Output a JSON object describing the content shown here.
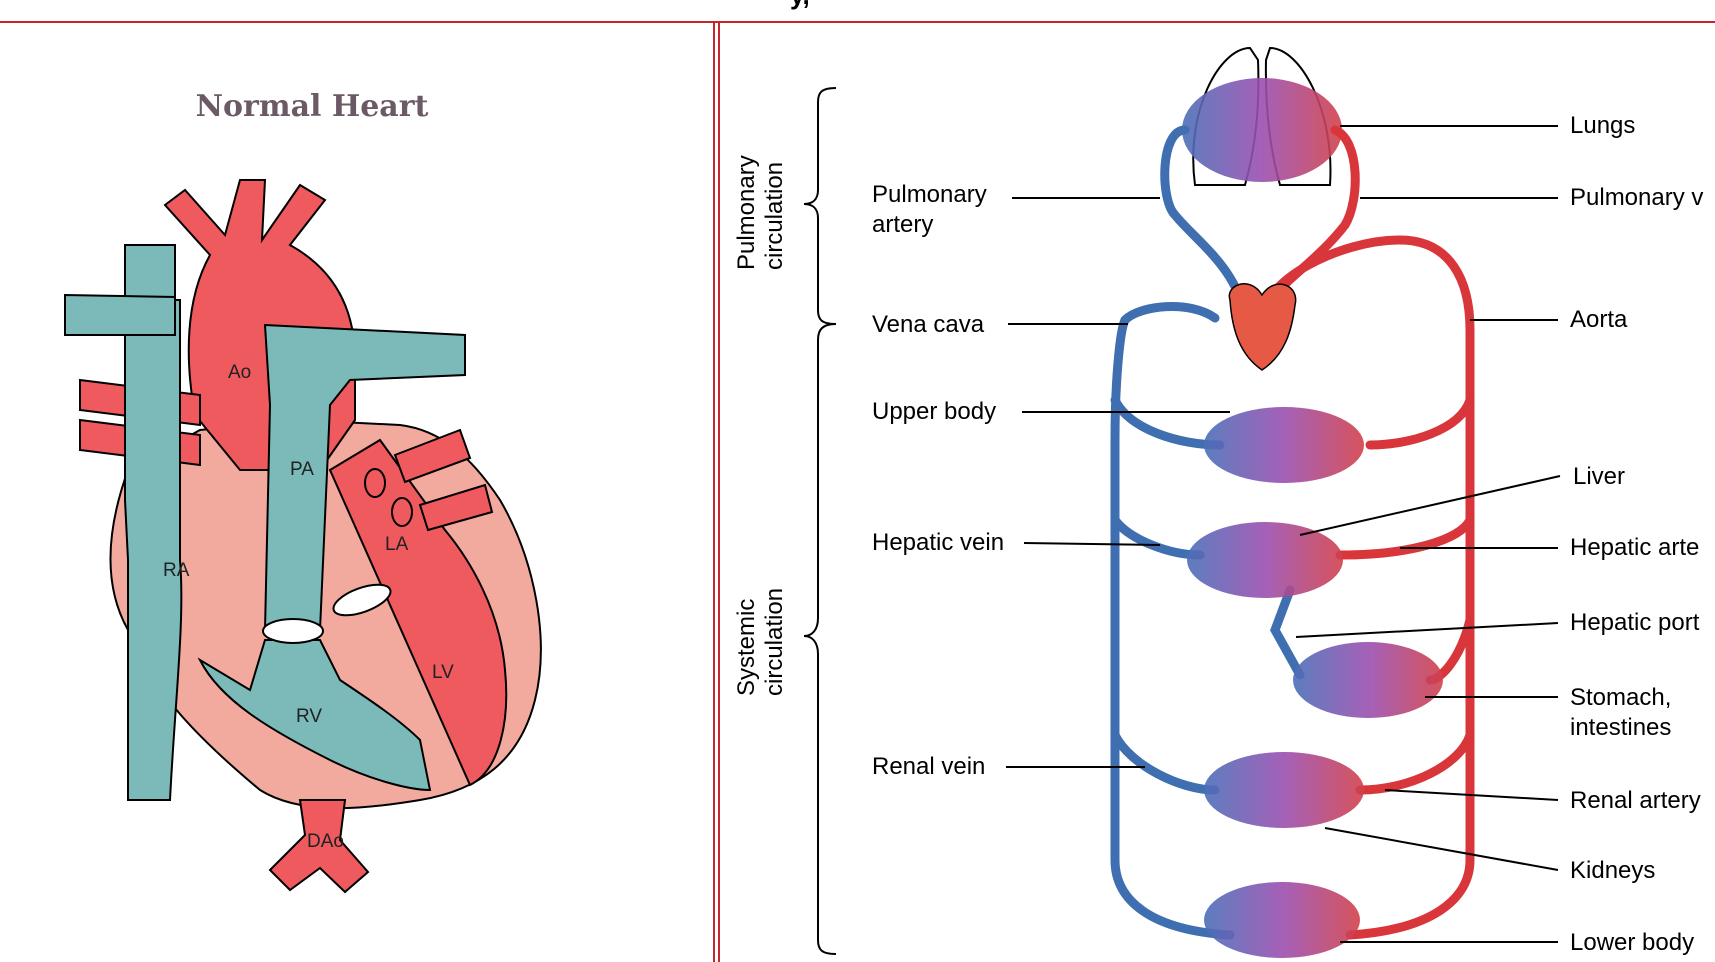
{
  "header_fragment": "y,",
  "left_panel": {
    "title": "Normal Heart",
    "labels": {
      "ao": "Ao",
      "pa": "PA",
      "la": "LA",
      "ra": "RA",
      "lv": "LV",
      "rv": "RV",
      "dao": "DAo"
    }
  },
  "right_panel": {
    "circulation": {
      "pulmonary_line1": "Pulmonary",
      "pulmonary_line2": "circulation",
      "systemic_line1": "Systemic",
      "systemic_line2": "circulation"
    },
    "labels_left": {
      "pulmonary_artery_1": "Pulmonary",
      "pulmonary_artery_2": "artery",
      "vena_cava": "Vena cava",
      "upper_body": "Upper body",
      "hepatic_vein": "Hepatic vein",
      "renal_vein": "Renal vein"
    },
    "labels_right": {
      "lungs": "Lungs",
      "pulmonary_vein": "Pulmonary v",
      "aorta": "Aorta",
      "liver": "Liver",
      "hepatic_artery": "Hepatic arte",
      "hepatic_portal": "Hepatic port",
      "stomach_1": "Stomach,",
      "stomach_2": "intestines",
      "renal_artery": "Renal artery",
      "kidneys": "Kidneys",
      "lower_body": "Lower body"
    }
  },
  "colors": {
    "frame_red": "#c8242b",
    "artery_red": "#d8363a",
    "vein_blue": "#3f6fb0",
    "capillary_purple": "#8a55a8",
    "heart_red": "#ef5a5f",
    "heart_teal": "#7bbab9",
    "heart_pink": "#f2aa9e"
  }
}
